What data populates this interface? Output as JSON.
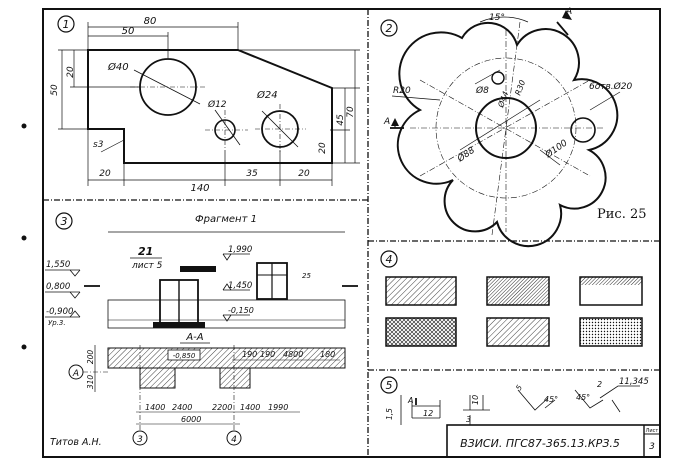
{
  "sheet": {
    "author": "Титов А.Н.",
    "stamp": "ВЗИСИ. ПГС87-365.13.КРЗ.5",
    "sheet_label": "Лист",
    "sheet_no": "3",
    "figure_caption": "Рис. 25"
  },
  "panel1": {
    "num": "1",
    "dims": {
      "d80": "80",
      "d50_top": "50",
      "d20_v": "20",
      "d50_v": "50",
      "phi40": "Ø40",
      "phi12": "Ø12",
      "phi24": "Ø24",
      "s3": "s3",
      "d70": "70",
      "d45": "45",
      "d20_r": "20",
      "d20_bl": "20",
      "d140": "140",
      "d35": "35",
      "d20_br": "20"
    }
  },
  "panel2": {
    "num": "2",
    "dims": {
      "deg15": "15°",
      "sec_A": "А",
      "r20": "R20",
      "phi8": "Ø8",
      "r30": "R30",
      "phi44": "Ø44",
      "holes": "6отв.Ø20",
      "phi88": "Ø88",
      "phi100": "Ø100",
      "sec_A2": "А"
    }
  },
  "panel3": {
    "num": "3",
    "title": "Фрагмент 1",
    "ref_num": "21",
    "ref_sheet": "лист 5",
    "levels": [
      "1,550",
      "0,800",
      "-0,900",
      "1,990",
      "1,450",
      "-0,150",
      "-0,850"
    ],
    "note": "Ур.3.",
    "section": "А-А",
    "wall_mark": "25",
    "grid_a": "А",
    "grid_3": "3",
    "grid_4": "4",
    "v200": "200",
    "v310": "310",
    "row1": [
      "190",
      "190",
      "4800",
      "180"
    ],
    "row2": [
      "1400",
      "2400",
      "2200",
      "1400",
      "1990"
    ],
    "total": "6000"
  },
  "panel4": {
    "num": "4"
  },
  "panel5": {
    "num": "5",
    "sec_A": "А",
    "d15": "1,5",
    "d12": "12",
    "d3": "3",
    "d10": "10",
    "d5": "5",
    "ang1": "45°",
    "d2": "2",
    "ang2": "45°",
    "level": "11,345"
  }
}
